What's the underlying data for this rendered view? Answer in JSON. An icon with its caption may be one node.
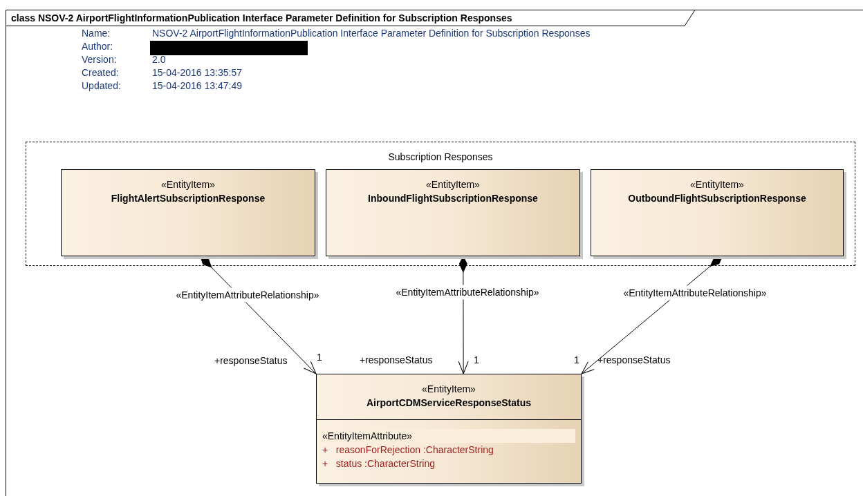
{
  "diagram": {
    "title": "class NSOV-2 AirportFlightInformationPublication Interface Parameter Definition for Subscription Responses",
    "nodes": [
      {
        "text": [
          "Subscription Responses"
        ]
      },
      {
        "text": [
          "«EntityItem»",
          "FlightAlertSubscriptionResponse"
        ],
        "in": 0
      },
      {
        "text": [
          "«EntityItem»",
          "InboundFlightSubscriptionResponse"
        ],
        "in": 0
      },
      {
        "text": [
          "«EntityItem»",
          "OutboundFlightSubscriptionResponse"
        ],
        "in": 0
      },
      {
        "text": [
          "«EntityItem»",
          "AirportCDMServiceResponseStatus",
          "«EntityItemAttribute»",
          "+ reasonForRejection :CharacterString",
          "+ status :CharacterString"
        ]
      }
    ],
    "edges": [
      {
        "from": 1,
        "to": 4,
        "arrow": "to",
        "label": "«EntityItemAttributeRelationship»"
      },
      {
        "from": 2,
        "to": 4,
        "arrow": "to",
        "label": "«EntityItemAttributeRelationship»"
      },
      {
        "from": 3,
        "to": 4,
        "arrow": "to",
        "label": "«EntityItemAttributeRelationship»"
      }
    ],
    "labels": [
      "Name:",
      "NSOV-2 AirportFlightInformationPublication Interface Parameter Definition for Subscription Responses",
      "Author:",
      "Version:",
      "2.0",
      "Created:",
      "15-04-2016 13:35:57",
      "Updated:",
      "15-04-2016 13:47:49",
      "+responseStatus",
      "1",
      "+responseStatus",
      "1",
      "1",
      "+responseStatus"
    ]
  }
}
